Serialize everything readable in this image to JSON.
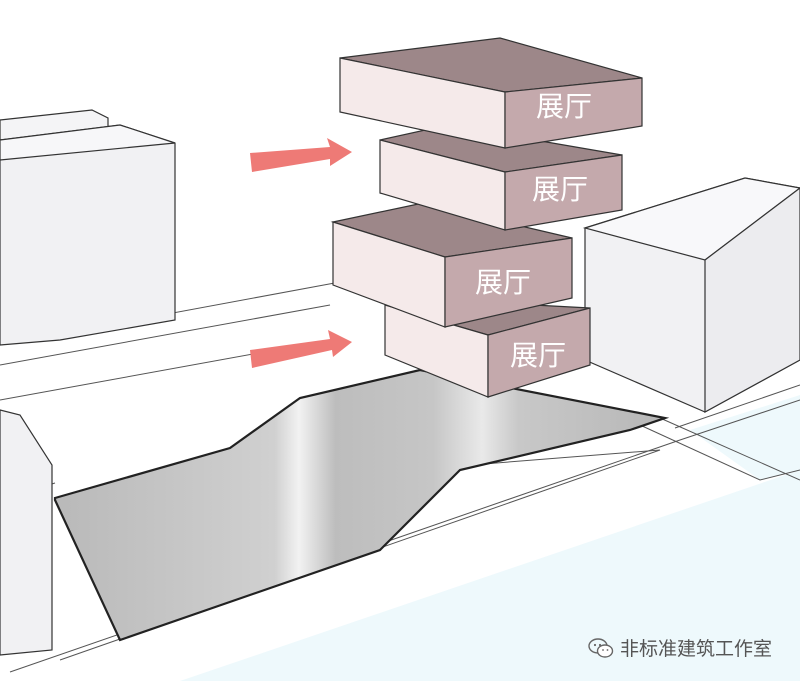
{
  "diagram": {
    "blocks": [
      {
        "label": "展厅"
      },
      {
        "label": "展厅"
      },
      {
        "label": "展厅"
      },
      {
        "label": "展厅"
      }
    ],
    "arrows": [
      {
        "direction": "right"
      },
      {
        "direction": "right"
      }
    ],
    "colors": {
      "block_side": "#f5eaea",
      "block_face": "#c4a9ac",
      "block_top": "#9d8789",
      "arrow": "#ee7a76",
      "water": "#eef9fc",
      "ramp": "#c9c9c9"
    }
  },
  "watermark": {
    "icon": "wechat-icon",
    "text": "非标准建筑工作室"
  }
}
